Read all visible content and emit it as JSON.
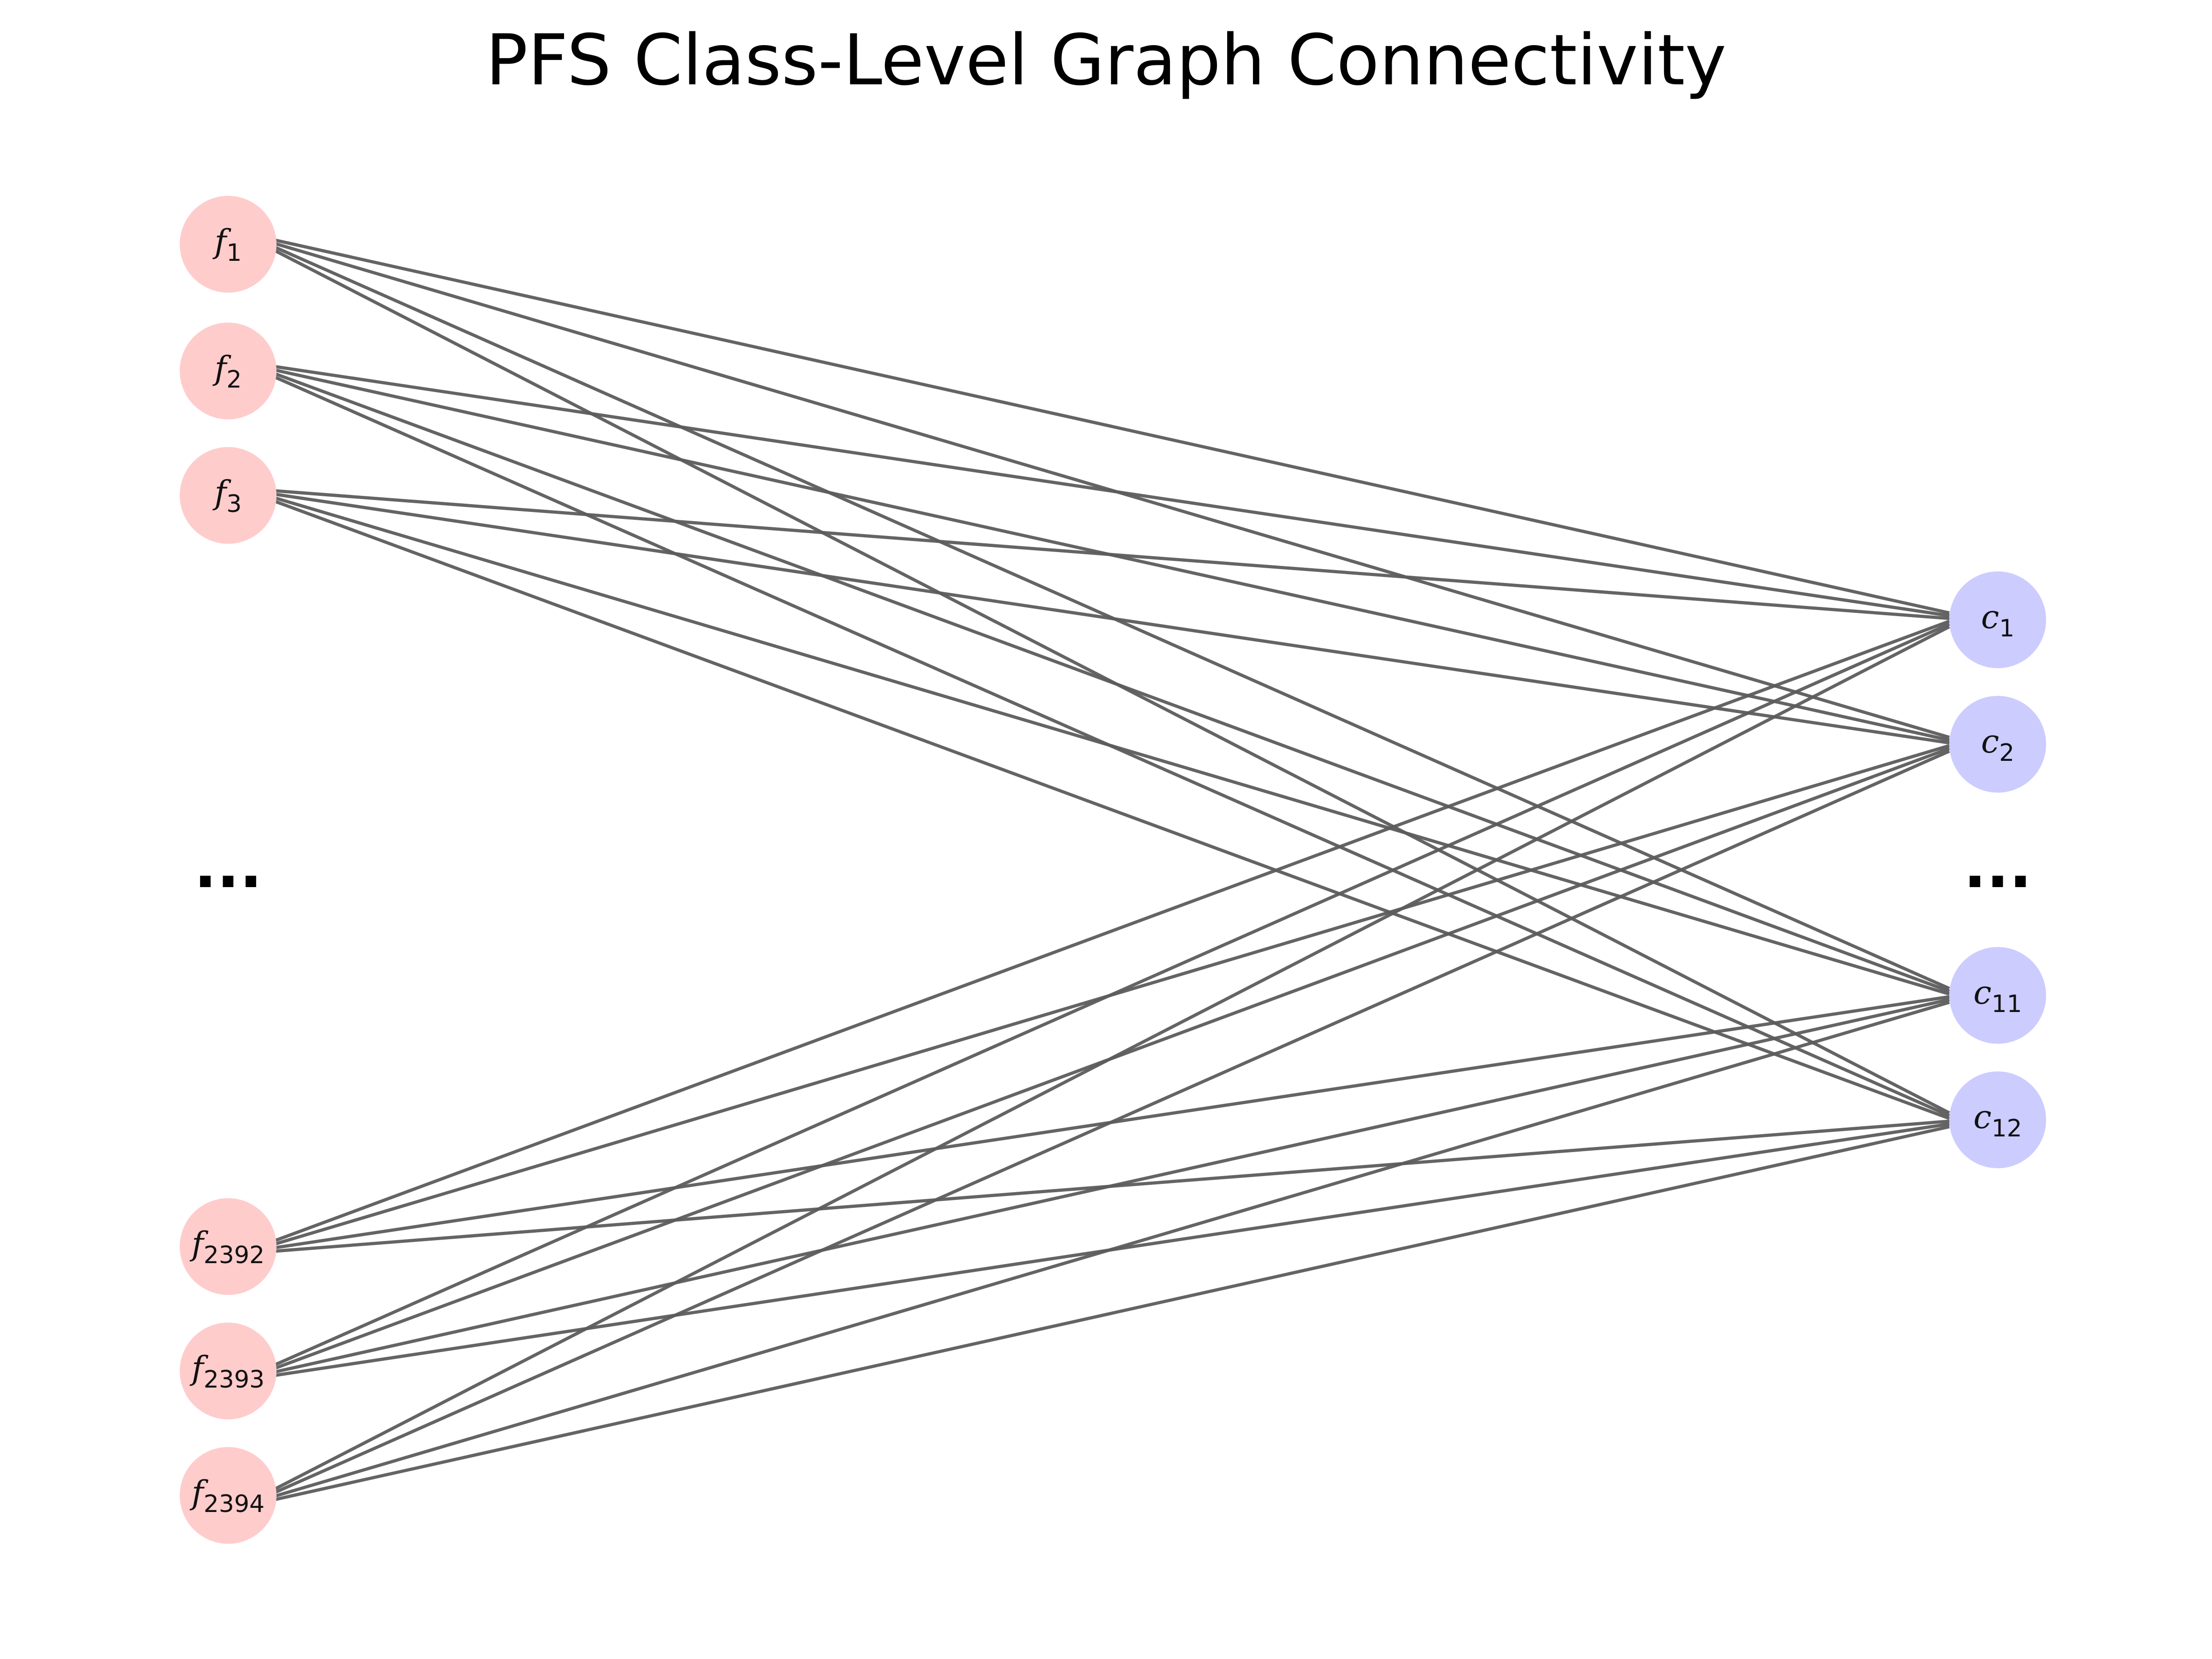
{
  "title": "PFS Class-Level Graph Connectivity",
  "colors": {
    "feature_node": "#ffcccc",
    "class_node": "#ccccff",
    "edge": "#5c5c5c"
  },
  "feature_nodes": [
    {
      "letter": "f",
      "sub": "1"
    },
    {
      "letter": "f",
      "sub": "2"
    },
    {
      "letter": "f",
      "sub": "3"
    },
    {
      "letter": "f",
      "sub": "2392"
    },
    {
      "letter": "f",
      "sub": "2393"
    },
    {
      "letter": "f",
      "sub": "2394"
    }
  ],
  "class_nodes": [
    {
      "letter": "c",
      "sub": "1"
    },
    {
      "letter": "c",
      "sub": "2"
    },
    {
      "letter": "c",
      "sub": "11"
    },
    {
      "letter": "c",
      "sub": "12"
    }
  ],
  "ellipsis": {
    "left": "...",
    "right": "..."
  },
  "edges": [
    [
      "f1",
      "c1"
    ],
    [
      "f1",
      "c2"
    ],
    [
      "f1",
      "c11"
    ],
    [
      "f1",
      "c12"
    ],
    [
      "f2",
      "c1"
    ],
    [
      "f2",
      "c2"
    ],
    [
      "f2",
      "c11"
    ],
    [
      "f2",
      "c12"
    ],
    [
      "f3",
      "c1"
    ],
    [
      "f3",
      "c2"
    ],
    [
      "f3",
      "c11"
    ],
    [
      "f3",
      "c12"
    ],
    [
      "f2392",
      "c1"
    ],
    [
      "f2392",
      "c2"
    ],
    [
      "f2392",
      "c11"
    ],
    [
      "f2392",
      "c12"
    ],
    [
      "f2393",
      "c1"
    ],
    [
      "f2393",
      "c2"
    ],
    [
      "f2393",
      "c11"
    ],
    [
      "f2393",
      "c12"
    ],
    [
      "f2394",
      "c1"
    ],
    [
      "f2394",
      "c2"
    ],
    [
      "f2394",
      "c11"
    ],
    [
      "f2394",
      "c12"
    ]
  ]
}
